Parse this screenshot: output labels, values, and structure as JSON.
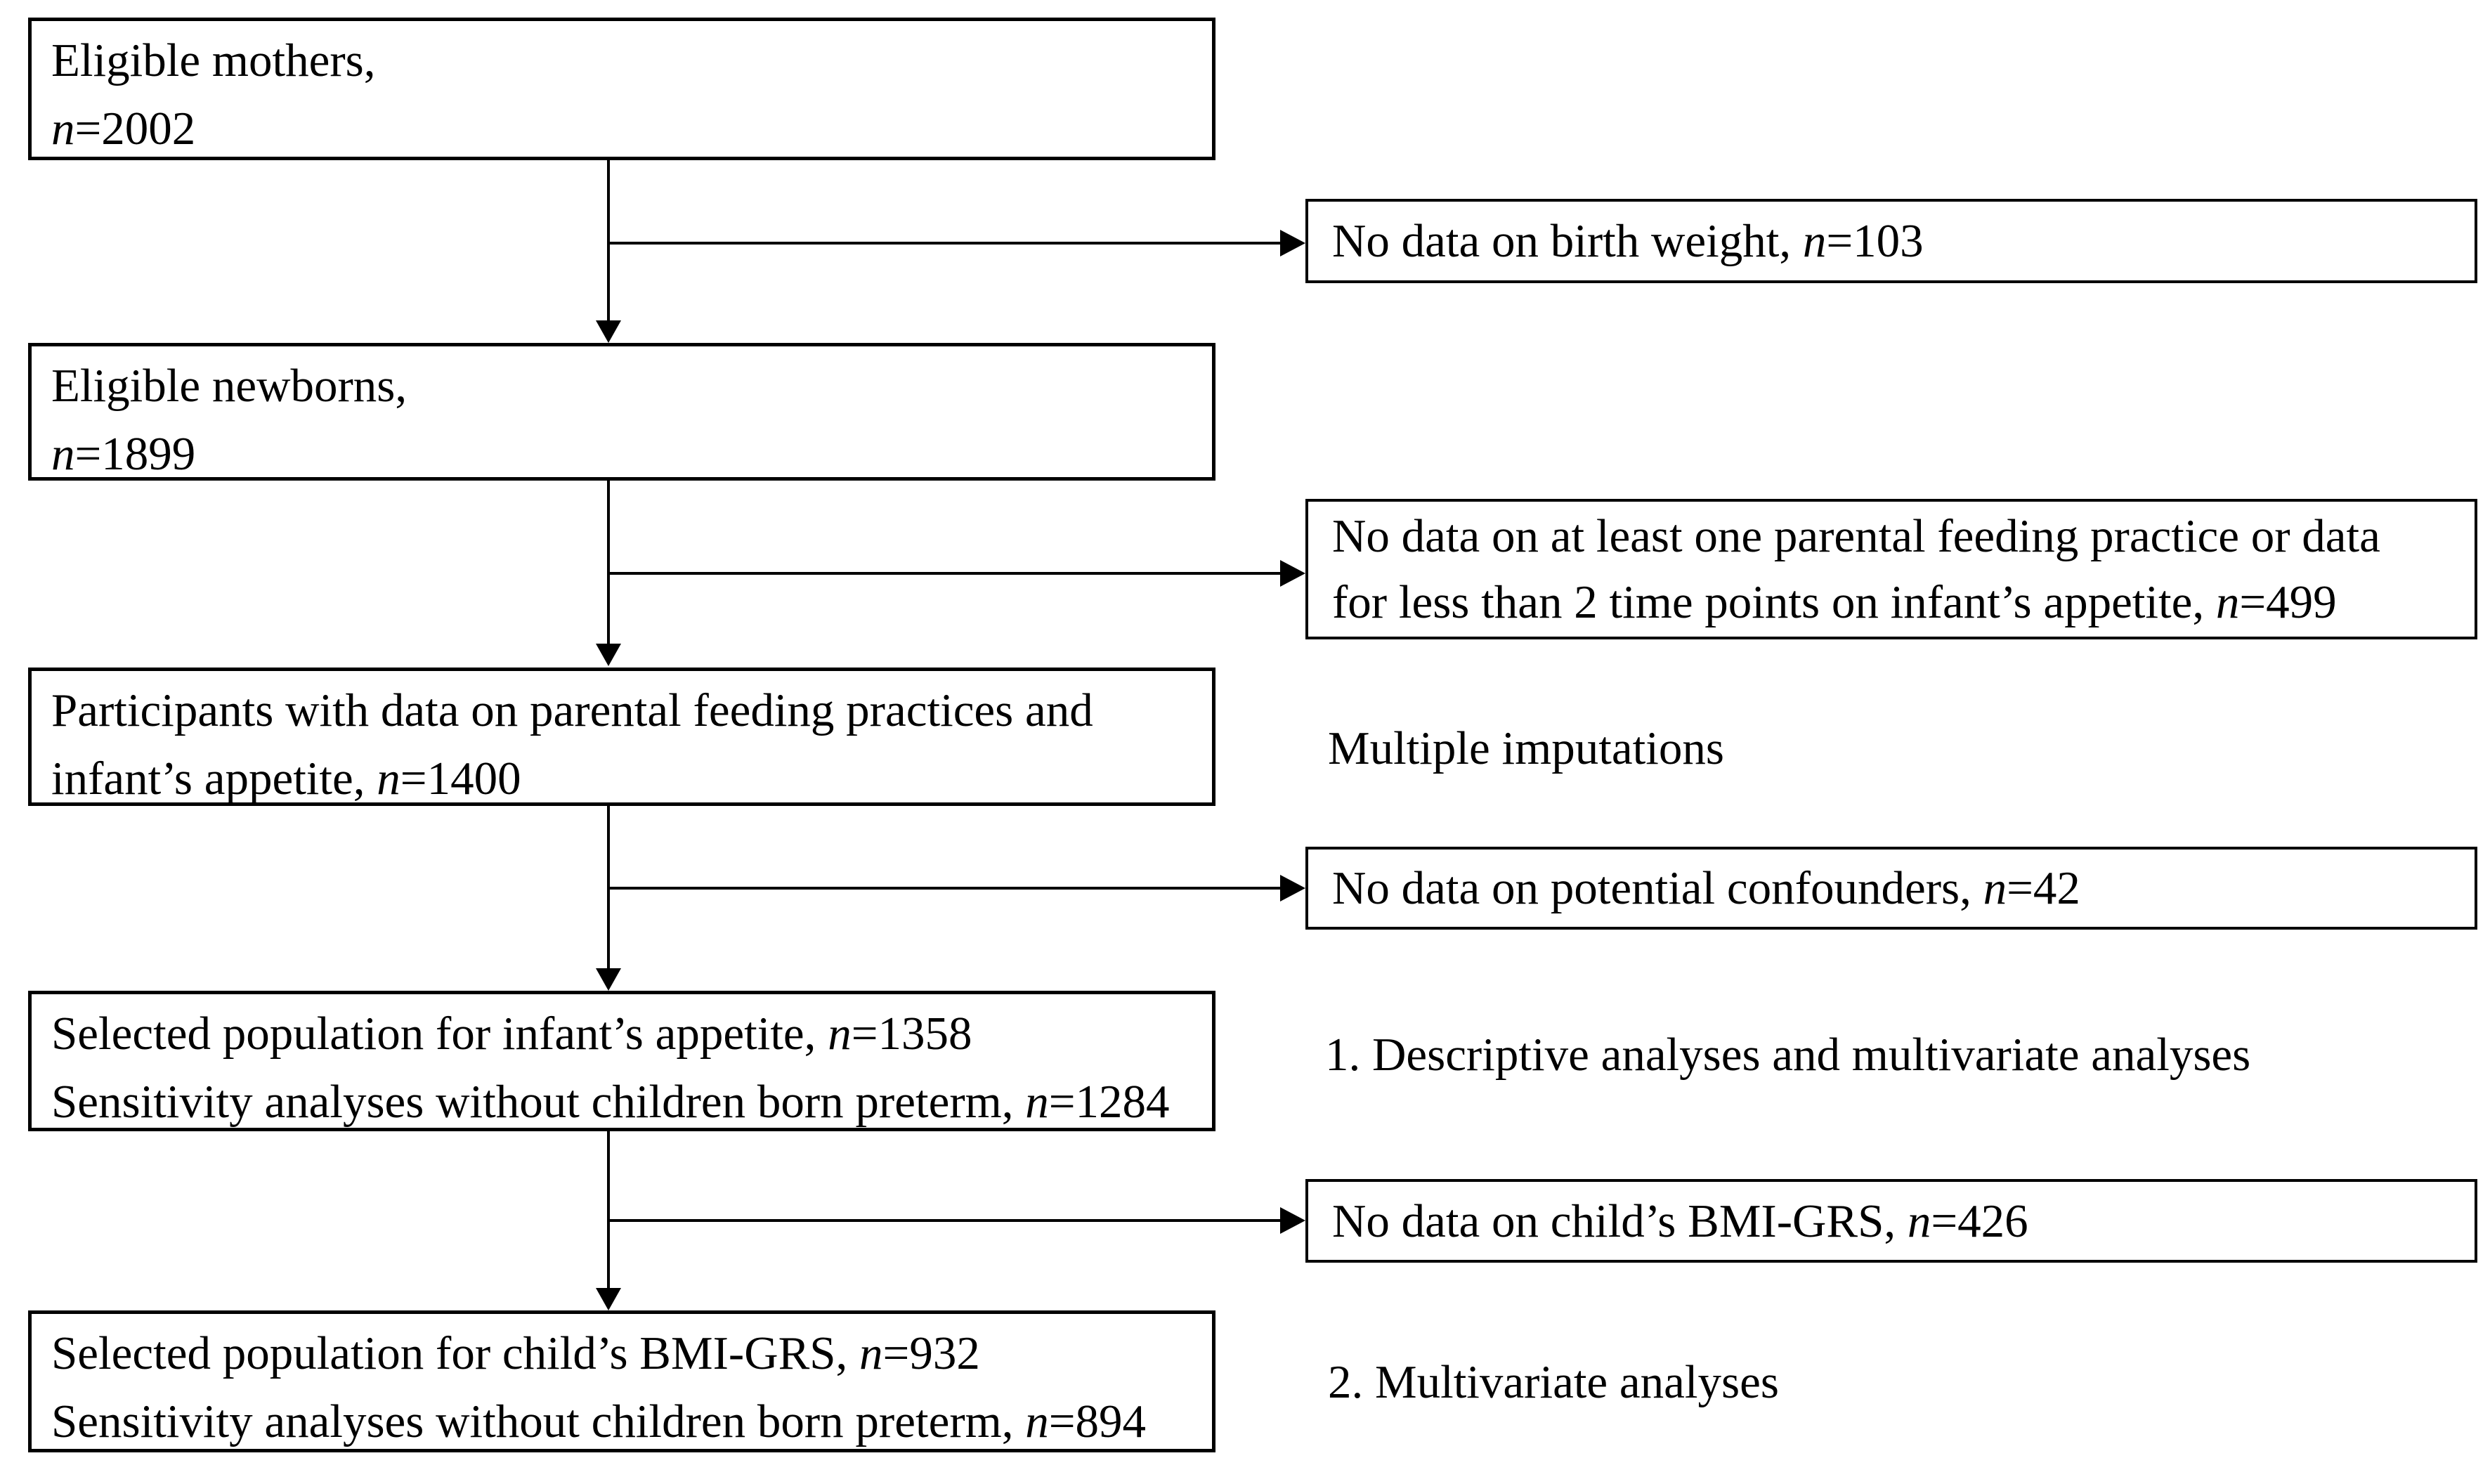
{
  "diagram": {
    "main_boxes": [
      {
        "lines": [
          "Eligible mothers,",
          "n=2002"
        ]
      },
      {
        "lines": [
          "Eligible newborns,",
          "n=1899"
        ]
      },
      {
        "lines": [
          "Participants with data on parental feeding practices and",
          "infant’s appetite, n=1400"
        ]
      },
      {
        "lines": [
          "Selected population for infant’s appetite, n=1358",
          "Sensitivity analyses without children born preterm, n=1284"
        ]
      },
      {
        "lines": [
          "Selected population for child’s BMI-GRS, n=932",
          "Sensitivity analyses without children born preterm, n=894"
        ]
      }
    ],
    "exclusion_boxes": [
      {
        "lines": [
          "No data on birth weight, n=103"
        ]
      },
      {
        "lines": [
          "No data on at least one parental feeding practice or data",
          "for less than 2 time points on infant’s appetite, n=499"
        ]
      },
      {
        "lines": [
          "No data on potential confounders, n=42"
        ]
      },
      {
        "lines": [
          "No data on child’s BMI-GRS, n=426"
        ]
      }
    ],
    "annotations": [
      {
        "text": "Multiple imputations"
      },
      {
        "text": "1. Descriptive analyses and multivariate analyses"
      },
      {
        "text": "2. Multivariate analyses"
      }
    ],
    "colors": {
      "line": "#000000",
      "background": "#ffffff",
      "text": "#000000"
    }
  }
}
